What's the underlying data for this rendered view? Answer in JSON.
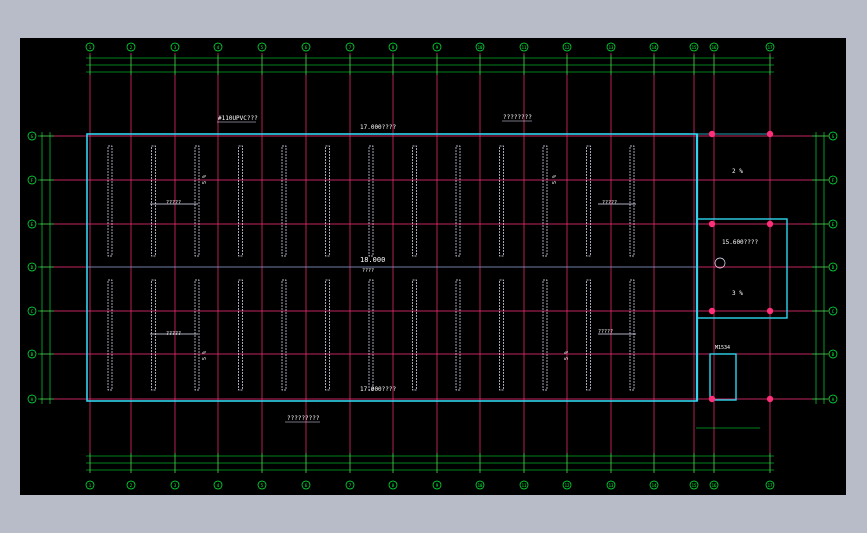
{
  "colors": {
    "page_bg": "#b8bcc8",
    "canvas_bg": "#000000",
    "grid_line": "#ff2f7a",
    "dimension": "#00ff3c",
    "wall": "#2fd5ee",
    "fixture": "#e8e8ff",
    "text": "#ffffff"
  },
  "axis_labels": {
    "columns": [
      "1",
      "2",
      "3",
      "4",
      "5",
      "6",
      "7",
      "8",
      "9",
      "10",
      "11",
      "12",
      "13",
      "14",
      "15",
      "16",
      "17"
    ],
    "rows": [
      "A",
      "B",
      "C",
      "D",
      "E",
      "F",
      "G"
    ]
  },
  "annotations": {
    "pipe_note": "#110UPVC???",
    "top_elevation": "17.000????",
    "top_right_note": "????????",
    "center_elevation": "18.000",
    "center_sub": "????",
    "bottom_elevation": "17.000????",
    "bottom_note": "?????????",
    "room_upper": "2 %",
    "room_elev": "15.600????",
    "room_lower": "3 %",
    "door_label": "M1534",
    "slope_left_upper": "5 %",
    "slope_left_lower": "5 %",
    "slope_right_upper": "5 %",
    "slope_right_lower": "5 %",
    "gutter_tl": "?????",
    "gutter_bl": "?????",
    "gutter_tr": "?????",
    "gutter_br": "?????"
  }
}
